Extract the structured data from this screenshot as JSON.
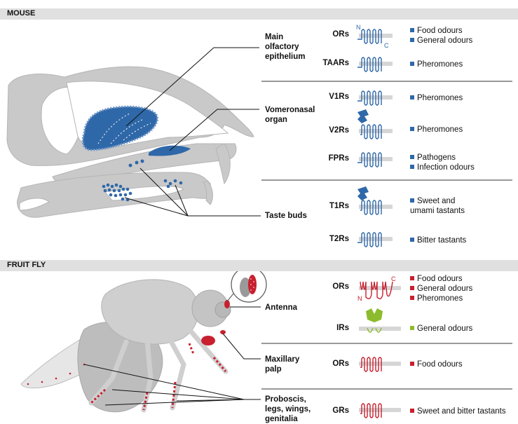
{
  "colors": {
    "mouse_blue": "#2f68a8",
    "fly_red": "#c8202e",
    "ir_green": "#8cbc2e",
    "section_bar": "#e0e0e0",
    "anatomy_gray": "#c9c9c9"
  },
  "mouse": {
    "section_title": "MOUSE",
    "organs": {
      "main_olfactory": "Main\nolfactory\nepithelium",
      "vomeronasal": "Vomeronasal\norgan",
      "taste_buds": "Taste buds"
    },
    "receptors": [
      {
        "name": "ORs",
        "ligands": [
          "Food odours",
          "General odours"
        ],
        "termini": [
          "N",
          "C"
        ]
      },
      {
        "name": "TAARs",
        "ligands": [
          "Pheromones"
        ]
      },
      {
        "name": "V1Rs",
        "ligands": [
          "Pheromones"
        ]
      },
      {
        "name": "V2Rs",
        "ligands": [
          "Pheromones"
        ]
      },
      {
        "name": "FPRs",
        "ligands": [
          "Pathogens",
          "Infection odours"
        ]
      },
      {
        "name": "T1Rs",
        "ligands": [
          "Sweet and\numami tastants"
        ]
      },
      {
        "name": "T2Rs",
        "ligands": [
          "Bitter tastants"
        ]
      }
    ]
  },
  "fly": {
    "section_title": "FRUIT FLY",
    "organs": {
      "antenna": "Antenna",
      "maxillary_palp": "Maxillary\npalp",
      "proboscis": "Proboscis,\nlegs, wings,\ngenitalia"
    },
    "receptors": [
      {
        "name": "ORs",
        "ligands": [
          "Food odours",
          "General odours",
          "Pheromones"
        ],
        "termini": [
          "N",
          "C"
        ]
      },
      {
        "name": "IRs",
        "ligands": [
          "General odours"
        ]
      },
      {
        "name": "ORs",
        "ligands": [
          "Food odours"
        ]
      },
      {
        "name": "GRs",
        "ligands": [
          "Sweet and bitter tastants"
        ]
      }
    ]
  }
}
